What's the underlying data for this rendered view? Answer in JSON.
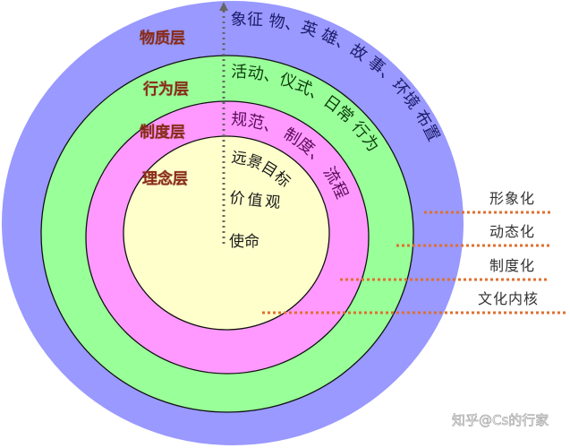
{
  "diagram": {
    "type": "concentric-circles",
    "title": "",
    "colors": {
      "material_layer": "#9999ff",
      "behavior_layer": "#99ff99",
      "system_layer": "#ff99ff",
      "concept_layer": "#ffffcc",
      "layer_label_color": "#8a2a18",
      "divider_dot_color": "#e07030",
      "axis_dot_color": "#666666"
    },
    "layers": [
      {
        "id": "material",
        "label": "物质层",
        "content": "象征 物、英 雄、故 事、环境 布置",
        "text_color": "#1c1c6a"
      },
      {
        "id": "behavior",
        "label": "行为层",
        "content": "活动、仪式、日常 行为",
        "text_color": "#0c3d0c"
      },
      {
        "id": "system",
        "label": "制度层",
        "content": "规范、 制度、 流程",
        "text_color": "#5a0a5a"
      },
      {
        "id": "concept",
        "label": "理念层",
        "content_lines": [
          "远景目标",
          "价值观",
          "使命"
        ],
        "text_color": "#1a1a1a"
      }
    ],
    "side_labels": [
      {
        "text": "形象化"
      },
      {
        "text": "动态化"
      },
      {
        "text": "制度化"
      },
      {
        "text": "文化内核"
      }
    ]
  },
  "watermark": "知乎@Cs的行家"
}
